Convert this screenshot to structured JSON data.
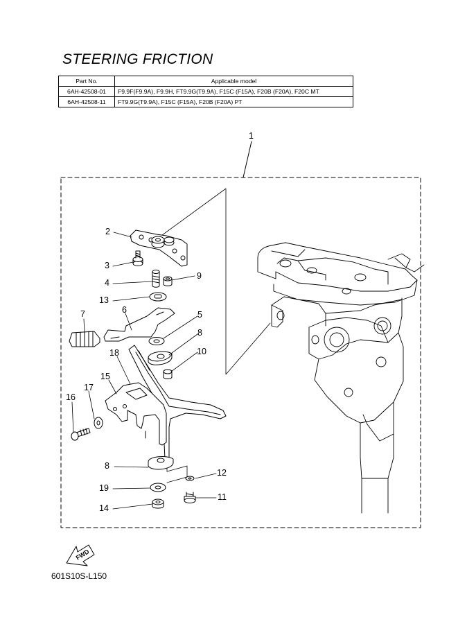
{
  "title": "STEERING FRICTION",
  "table": {
    "headers": [
      "Part No.",
      "Applicable model"
    ],
    "rows": [
      {
        "part_no": "6AH-42508-01",
        "models": "F9.9F(F9.9A), F9.9H, FT9.9G(T9.9A), F15C (F15A), F20B (F20A), F20C MT"
      },
      {
        "part_no": "6AH-42508-11",
        "models": "FT9.9G(T9.9A), F15C (F15A), F20B (F20A) PT"
      }
    ]
  },
  "callouts": [
    "1",
    "2",
    "3",
    "4",
    "9",
    "13",
    "6",
    "5",
    "7",
    "8",
    "10",
    "18",
    "15",
    "17",
    "16",
    "8",
    "12",
    "19",
    "11",
    "14"
  ],
  "fwd_label": "FWD",
  "diagram_code": "601S10S-L150"
}
